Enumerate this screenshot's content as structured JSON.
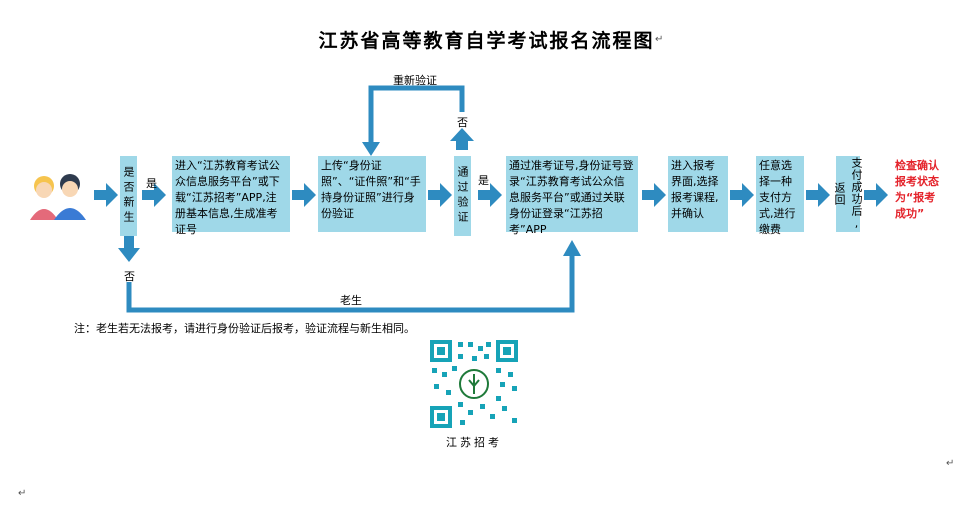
{
  "title": "江苏省高等教育自学考试报名流程图",
  "steps": {
    "new_student_q": "是否新生",
    "enter_platform": "进入“江苏教育考试公众信息服务平台”或下载“江苏招考”APP,注册基本信息,生成准考证号",
    "upload": "上传“身份证照”、“证件照”和“手持身份证照”进行身份验证",
    "verify_pass": "通过验证",
    "login": "通过准考证号,身份证号登录“江苏教育考试公众信息服务平台”或通过关联身份证登录“江苏招考”APP",
    "select_course": "进入报考界面,选择报考课程,并确认",
    "payment": "任意选择一种支付方式,进行缴费",
    "payment_success": "支付成功后,返回",
    "check_status": "检查确认报考状态为“报考成功”"
  },
  "labels": {
    "yes1": "是",
    "yes2": "是",
    "no1": "否",
    "no2": "否",
    "reverify": "重新验证",
    "old_student": "老生"
  },
  "note": "注：老生若无法报考，请进行身份验证后报考，验证流程与新生相同。",
  "qr_caption": "江苏招考",
  "colors": {
    "box_fill": "#9fd8e8",
    "arrow": "#2e8bc0",
    "line": "#2e8bc0",
    "highlight_text": "#e4232b"
  }
}
